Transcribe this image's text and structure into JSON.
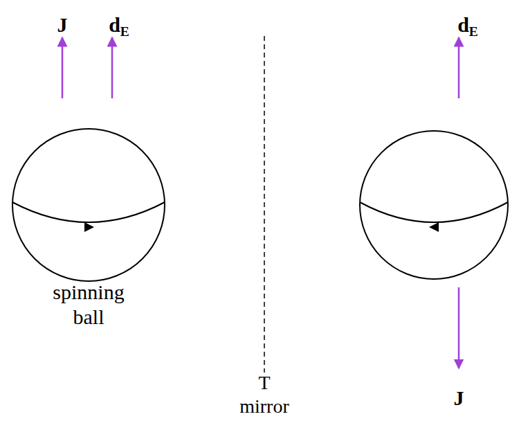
{
  "diagram": {
    "labels": [
      "J",
      "dE",
      "dE",
      "spinning ball",
      "T mirror",
      "J"
    ]
  }
}
